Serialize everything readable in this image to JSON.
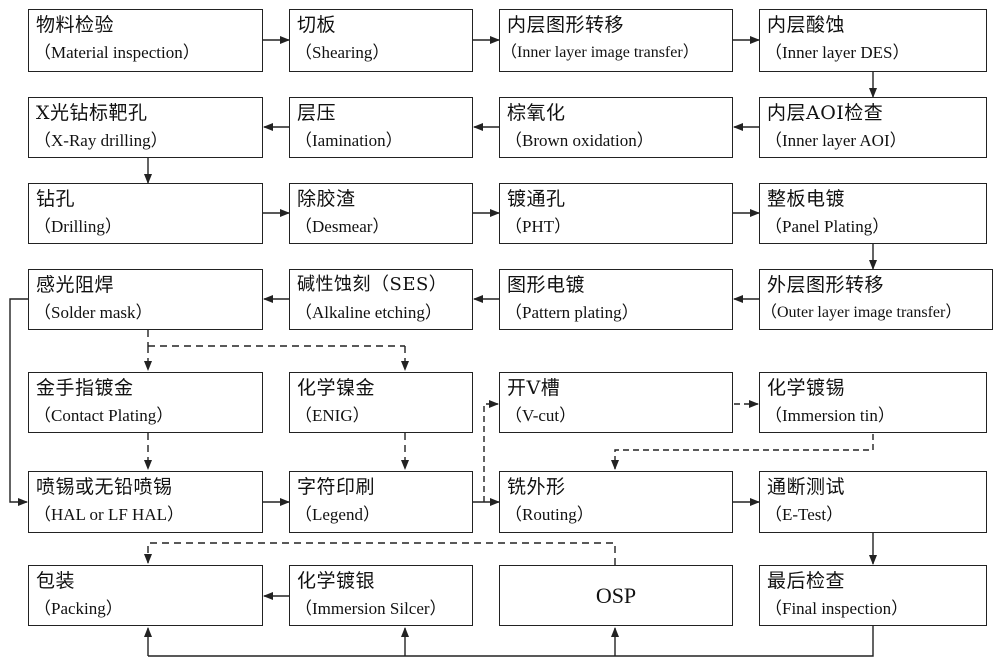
{
  "diagram": {
    "nodes": [
      {
        "id": "material",
        "cn": "物料检验",
        "en": "（Material inspection）"
      },
      {
        "id": "shearing",
        "cn": "切板",
        "en": "（Shearing）"
      },
      {
        "id": "inner-image",
        "cn": "内层图形转移",
        "en": "（Inner layer image transfer）"
      },
      {
        "id": "inner-des",
        "cn": "内层酸蚀",
        "en": "（Inner layer DES）"
      },
      {
        "id": "xray",
        "cn": "X光钻标靶孔",
        "en": "（X-Ray drilling）"
      },
      {
        "id": "lamination",
        "cn": "层压",
        "en": "（Iamination）"
      },
      {
        "id": "brown",
        "cn": "棕氧化",
        "en": "（Brown oxidation）"
      },
      {
        "id": "inner-aoi",
        "cn": "内层AOI检查",
        "en": "（Inner layer AOI）"
      },
      {
        "id": "drilling",
        "cn": "钻孔",
        "en": "（Drilling）"
      },
      {
        "id": "desmear",
        "cn": "除胶渣",
        "en": "（Desmear）"
      },
      {
        "id": "pht",
        "cn": "镀通孔",
        "en": "（PHT）"
      },
      {
        "id": "panel-plating",
        "cn": "整板电镀",
        "en": "（Panel Plating）"
      },
      {
        "id": "solder-mask",
        "cn": "感光阻焊",
        "en": "（Solder mask）"
      },
      {
        "id": "ses",
        "cn": "碱性蚀刻（SES）",
        "en": "（Alkaline etching）"
      },
      {
        "id": "pattern-plating",
        "cn": "图形电镀",
        "en": "（Pattern plating）"
      },
      {
        "id": "outer-image",
        "cn": "外层图形转移",
        "en": "（Outer layer image transfer）"
      },
      {
        "id": "contact-plating",
        "cn": "金手指镀金",
        "en": "（Contact Plating）"
      },
      {
        "id": "enig",
        "cn": "化学镍金",
        "en": "（ENIG）"
      },
      {
        "id": "vcut",
        "cn": "开V槽",
        "en": "（V-cut）"
      },
      {
        "id": "immersion-tin",
        "cn": "化学镀锡",
        "en": "（Immersion tin）"
      },
      {
        "id": "hal",
        "cn": "喷锡或无铅喷锡",
        "en": "（HAL or LF HAL）"
      },
      {
        "id": "legend",
        "cn": "字符印刷",
        "en": "（Legend）"
      },
      {
        "id": "routing",
        "cn": "铣外形",
        "en": "（Routing）"
      },
      {
        "id": "etest",
        "cn": "通断测试",
        "en": "（E-Test）"
      },
      {
        "id": "packing",
        "cn": "包装",
        "en": "（Packing）"
      },
      {
        "id": "immersion-silver",
        "cn": "化学镀银",
        "en": "（Immersion Silcer）"
      },
      {
        "id": "osp",
        "cn": "",
        "en": "",
        "label": "OSP"
      },
      {
        "id": "final",
        "cn": "最后检查",
        "en": "（Final inspection）"
      }
    ]
  }
}
